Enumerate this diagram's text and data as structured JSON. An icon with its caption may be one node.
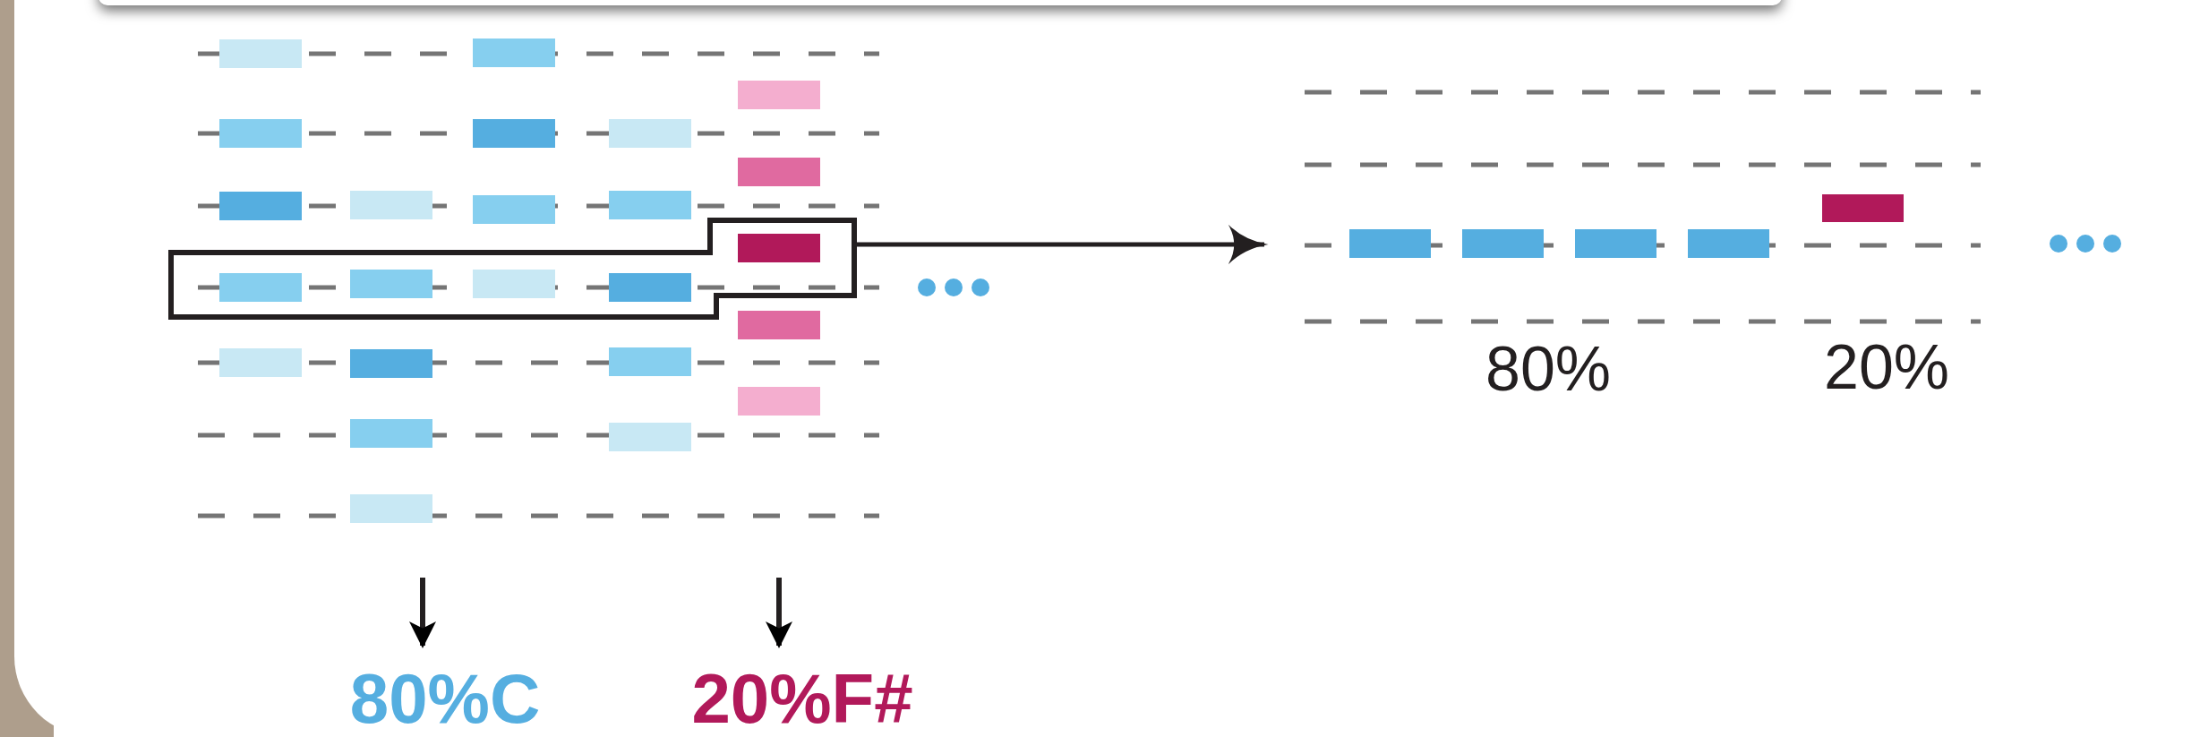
{
  "diagram": {
    "nodes": [
      {
        "text": [],
        "shape": "box"
      },
      {
        "text": [],
        "shape": "picture",
        "beside": [
          "80%",
          "20%"
        ]
      },
      {
        "text": [
          "80%C"
        ]
      },
      {
        "text": [
          "20%F#"
        ]
      }
    ],
    "edges": [
      {
        "from": 0,
        "to": 1,
        "arrow": "to"
      },
      {
        "from": null,
        "to": 2,
        "arrow": "to"
      },
      {
        "from": null,
        "to": 3,
        "arrow": "to"
      }
    ]
  }
}
